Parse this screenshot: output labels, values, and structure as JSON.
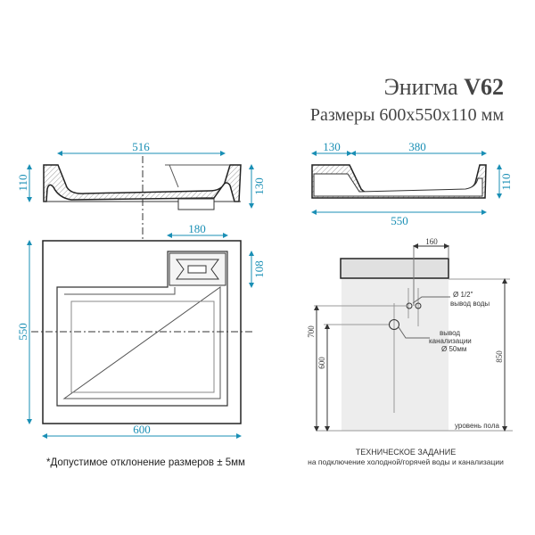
{
  "title": {
    "name": "Энигма",
    "model": "V62",
    "size": "Размеры 600x550x110 мм"
  },
  "front_section": {
    "width": "516",
    "left_height": "110",
    "right_height": "130"
  },
  "side_section": {
    "dim_a": "130",
    "dim_b": "380",
    "length": "550",
    "height": "110"
  },
  "top_view": {
    "drain_width": "180",
    "drain_depth": "108",
    "depth": "550",
    "width": "600"
  },
  "note": "*Допустимое отклонение размеров ± 5мм",
  "tech": {
    "spacing": "160",
    "water_diameter": "Ø 1/2\"",
    "water_label": "вывод воды",
    "drain_label_1": "вывод",
    "drain_label_2": "канализации",
    "drain_diameter": "Ø 50мм",
    "h_water": "700",
    "h_drain": "600",
    "h_counter": "850",
    "floor": "уровень пола",
    "heading": "ТЕХНИЧЕСКОЕ ЗАДАНИЕ",
    "subheading": "на подключение холодной/горячей воды и канализации"
  },
  "colors": {
    "dimension": "#1a8fb5",
    "outline": "#222222",
    "shade": "#ededed"
  }
}
